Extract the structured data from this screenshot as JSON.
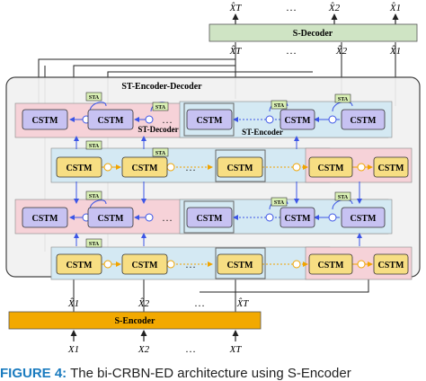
{
  "figure": {
    "top_decoder_label": "S-Decoder",
    "bottom_encoder_label": "S-Encoder",
    "outer_box_label": "ST-Encoder-Decoder",
    "st_decoder_label": "ST-Decoder",
    "st_encoder_label": "ST-Encoder",
    "cell_label": "CSTM",
    "sta_label": "STA",
    "ellipsis": "…",
    "top_outputs": [
      "X̂T",
      "X̂2",
      "X̂1"
    ],
    "top_inputs": [
      "X̂T",
      "X̂2",
      "X̂1"
    ],
    "bottom_inputs": [
      "X1",
      "X2",
      "XT"
    ],
    "bottom_outputs": [
      "X̂1",
      "X̂2",
      "X̂T"
    ],
    "colors": {
      "decoder_fill": "#cfe4c4",
      "encoder_fill": "#f2a900",
      "cstm_purple": "#c7c2f2",
      "cstm_yellow": "#f7de83",
      "sta_green": "#d9f0b5",
      "band_pink": "#f6d2d8",
      "band_blue": "#d4e9f3",
      "arrow_blue": "#3c55e6",
      "arrow_orange": "#f0a400",
      "outer_fill": "#f1f1f1"
    }
  },
  "caption": {
    "lead": "FIGURE 4:",
    "text": " The bi-CRBN-ED architecture using S-Encoder"
  }
}
